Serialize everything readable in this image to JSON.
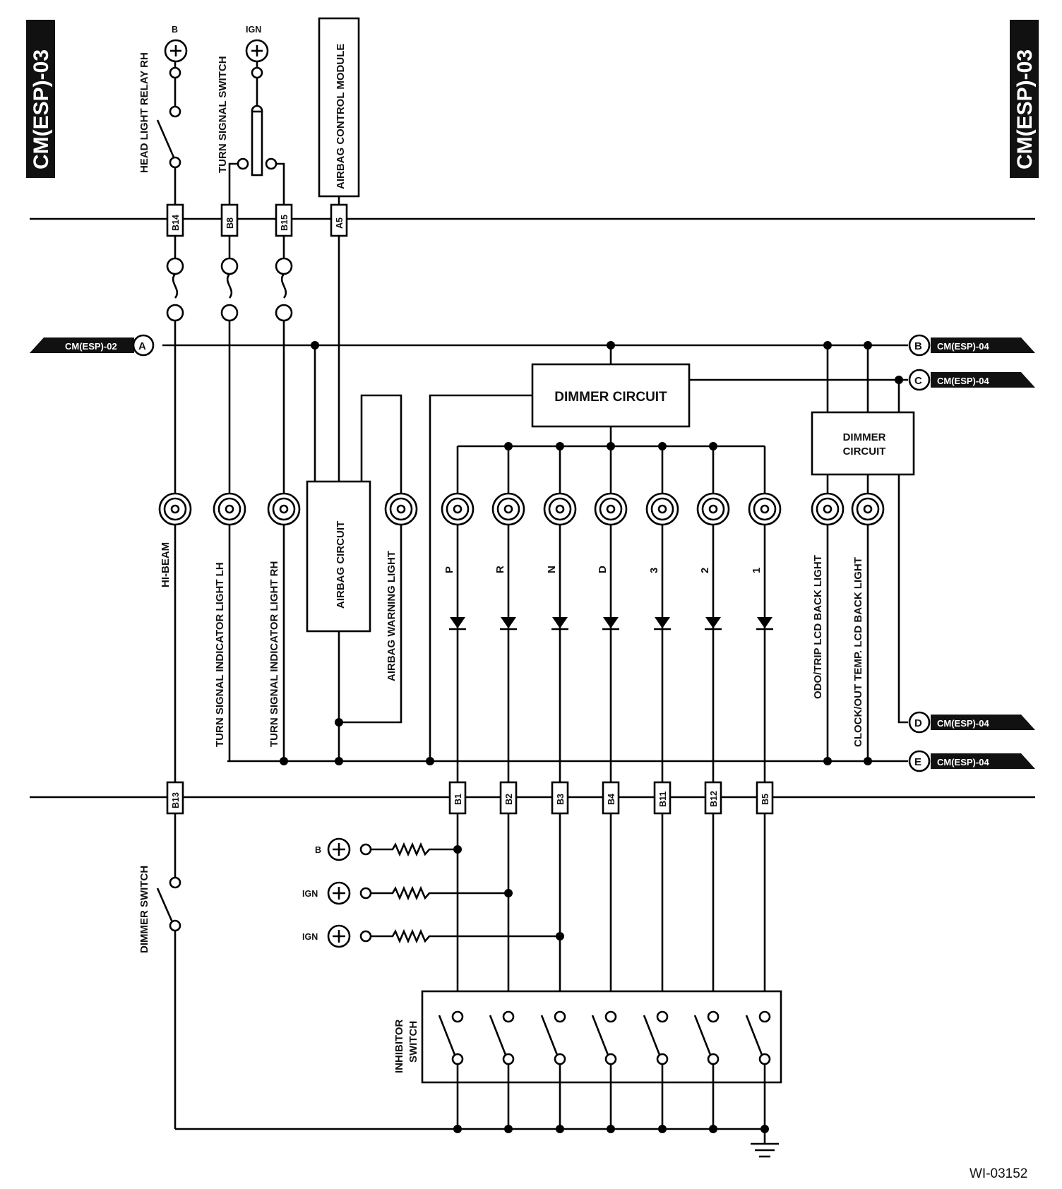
{
  "page_ref": "CM(ESP)-03",
  "figure_id": "WI-03152",
  "sources": {
    "b": "B",
    "ign": "IGN"
  },
  "components": {
    "headlight_relay": "HEAD LIGHT RELAY RH",
    "turn_switch": "TURN SIGNAL SWITCH",
    "airbag_module": "AIRBAG CONTROL MODULE",
    "dimmer_circuit": "DIMMER CIRCUIT",
    "dimmer_circuit_small": [
      "DIMMER",
      "CIRCUIT"
    ],
    "airbag_circuit": "AIRBAG CIRCUIT",
    "dimmer_switch": "DIMMER SWITCH",
    "inhibitor_switch": [
      "INHIBITOR",
      "SWITCH"
    ]
  },
  "lamps": {
    "hi_beam": "HI-BEAM",
    "turn_lh": "TURN SIGNAL INDICATOR LIGHT LH",
    "turn_rh": "TURN SIGNAL INDICATOR LIGHT RH",
    "airbag_warning": "AIRBAG WARNING LIGHT",
    "odo": "ODO/TRIP LCD BACK LIGHT",
    "clock": "CLOCK/OUT TEMP. LCD BACK LIGHT"
  },
  "gear_positions": [
    "P",
    "R",
    "N",
    "D",
    "3",
    "2",
    "1"
  ],
  "connectors_top": [
    "B14",
    "B8",
    "B15",
    "A5"
  ],
  "connector_left_bottom": "B13",
  "connectors_bottom": [
    "B1",
    "B2",
    "B3",
    "B4",
    "B11",
    "B12",
    "B5"
  ],
  "refs": {
    "A": {
      "letter": "A",
      "page": "CM(ESP)-02"
    },
    "B": {
      "letter": "B",
      "page": "CM(ESP)-04"
    },
    "C": {
      "letter": "C",
      "page": "CM(ESP)-04"
    },
    "D": {
      "letter": "D",
      "page": "CM(ESP)-04"
    },
    "E": {
      "letter": "E",
      "page": "CM(ESP)-04"
    }
  }
}
